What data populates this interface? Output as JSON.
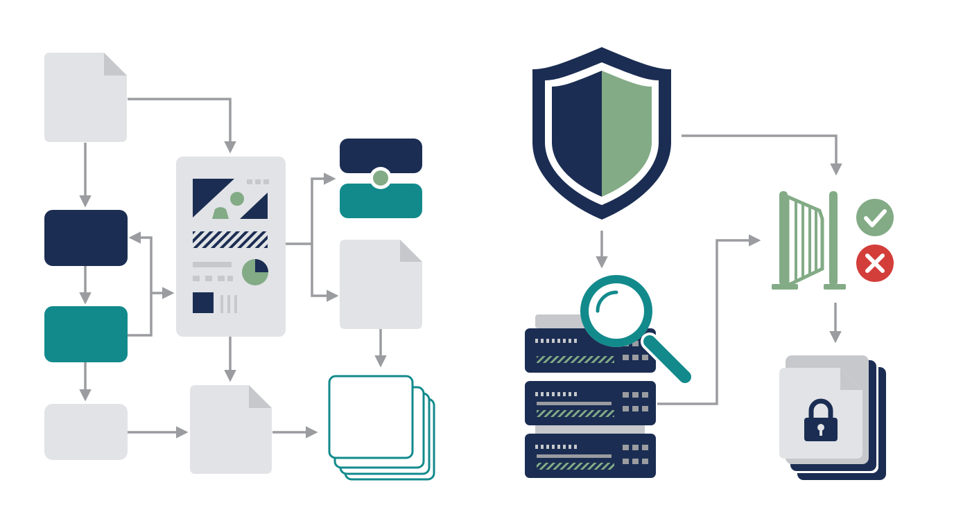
{
  "colors": {
    "navy": "#1b2d52",
    "teal": "#128a8c",
    "sage": "#82ab86",
    "light": "#e1e3e6",
    "fold": "#c6c8cc",
    "arrow": "#9a9ca0",
    "red": "#d33d3a",
    "white": "#ffffff"
  },
  "icons": {
    "left_flow": [
      "document-icon",
      "navy-block",
      "teal-block",
      "gray-block",
      "report-page-icon",
      "linked-blocks-icon",
      "document-stack-icon"
    ],
    "right_flow": [
      "shield-icon",
      "server-rack-icon",
      "magnifier-icon",
      "gate-icon",
      "check-icon",
      "x-icon",
      "locked-document-icon"
    ]
  }
}
